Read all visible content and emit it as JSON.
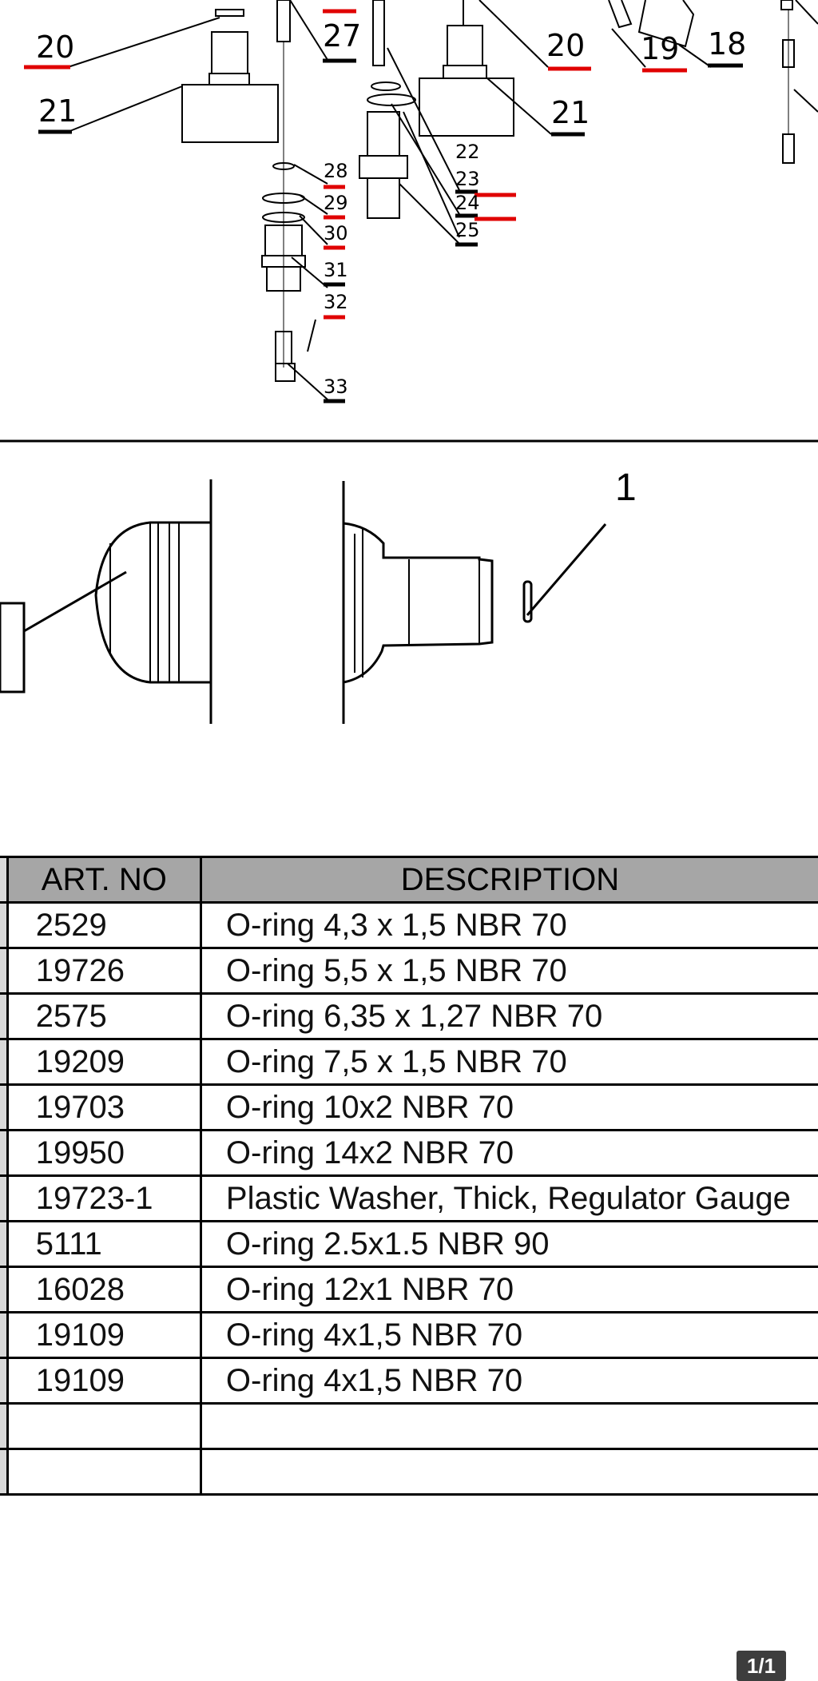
{
  "diagram": {
    "callouts": [
      "20",
      "21",
      "27",
      "20",
      "19",
      "18",
      "21",
      "22",
      "23",
      "24",
      "25",
      "28",
      "29",
      "30",
      "31",
      "32",
      "33"
    ],
    "detail_callout": "1"
  },
  "table": {
    "headers": {
      "art_no": "ART. NO",
      "description": "DESCRIPTION"
    },
    "rows": [
      {
        "art_no": "2529",
        "description": "O-ring 4,3 x 1,5 NBR 70"
      },
      {
        "art_no": "19726",
        "description": "O-ring 5,5 x 1,5 NBR 70"
      },
      {
        "art_no": "2575",
        "description": "O-ring 6,35 x 1,27 NBR 70"
      },
      {
        "art_no": "19209",
        "description": "O-ring 7,5 x 1,5 NBR 70"
      },
      {
        "art_no": "19703",
        "description": "O-ring 10x2 NBR 70"
      },
      {
        "art_no": "19950",
        "description": "O-ring 14x2 NBR 70"
      },
      {
        "art_no": "19723-1",
        "description": "Plastic Washer, Thick, Regulator Gauge"
      },
      {
        "art_no": "5111",
        "description": "O-ring 2.5x1.5 NBR 90"
      },
      {
        "art_no": "16028",
        "description": "O-ring 12x1 NBR 70"
      },
      {
        "art_no": "19109",
        "description": "O-ring 4x1,5 NBR 70"
      },
      {
        "art_no": "19109",
        "description": "O-ring 4x1,5 NBR 70"
      },
      {
        "art_no": "",
        "description": ""
      },
      {
        "art_no": "",
        "description": ""
      }
    ]
  },
  "page_indicator": "1/1",
  "colors": {
    "highlight_underline": "#e00000",
    "header_bg": "#a6a6a6",
    "side_column": "#d9d9d9"
  }
}
